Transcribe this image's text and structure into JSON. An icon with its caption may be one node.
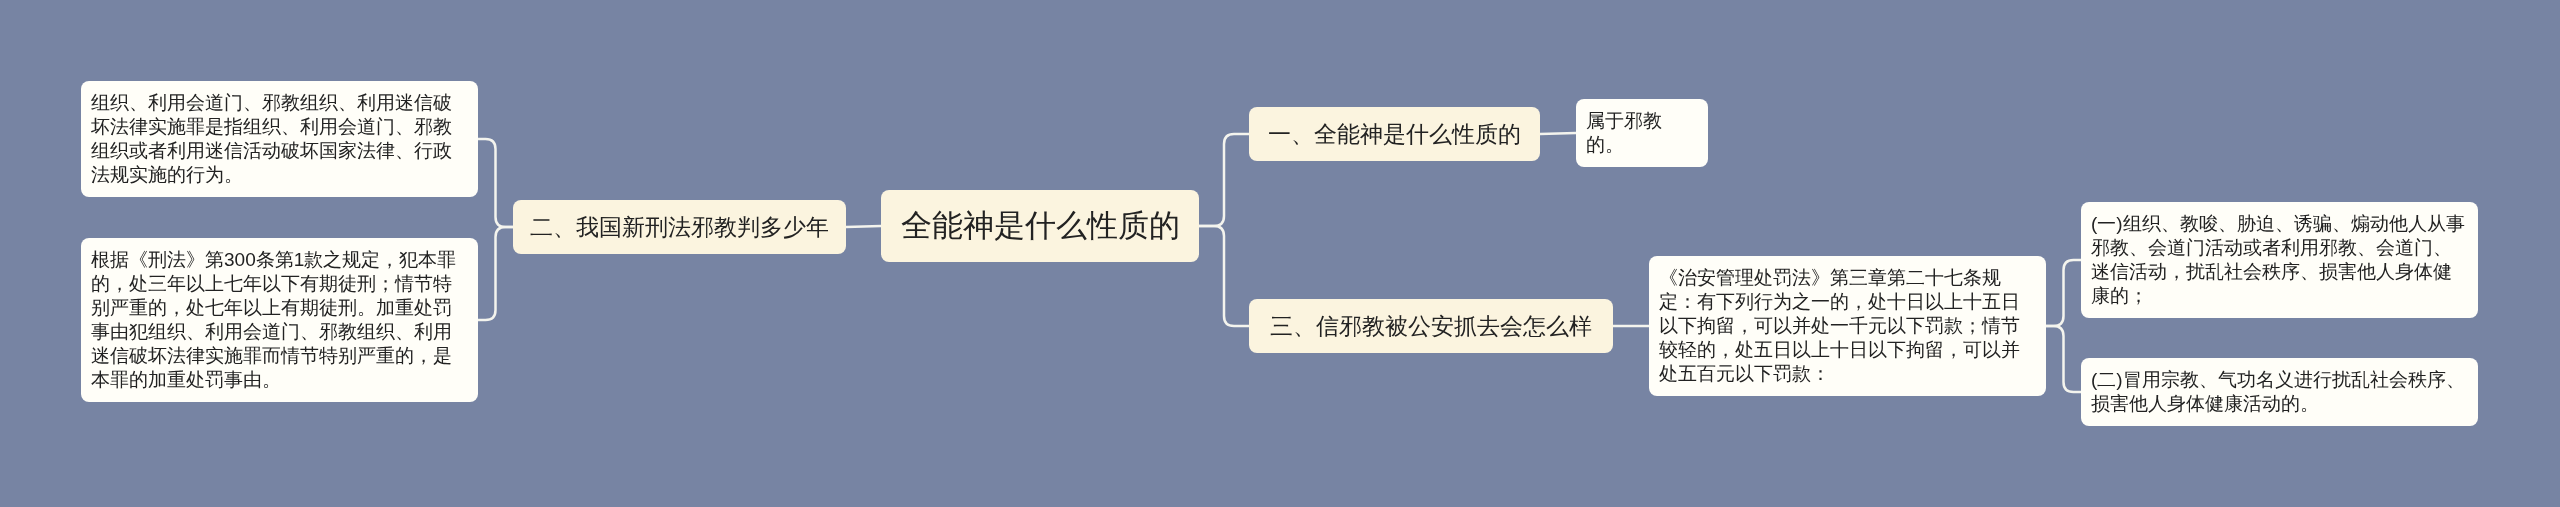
{
  "diagram": {
    "nodes": [
      {
        "text": [
          "全能神是什么性质的"
        ]
      },
      {
        "text": [
          "二、我国新刑法邪教判多少年"
        ]
      },
      {
        "text": [
          "组织、利用会道门、邪教组织、利用迷信破坏法律实施罪是指组织、利用会道门、邪教组织或者利用迷信活动破坏国家法律、行政法规实施的行为。"
        ]
      },
      {
        "text": [
          "根据《刑法》第300条第1款之规定，犯本罪的，处三年以上七年以下有期徒刑；情节特别严重的，处七年以上有期徒刑。加重处罚事由犯组织、利用会道门、邪教组织、利用迷信破坏法律实施罪而情节特别严重的，是本罪的加重处罚事由。"
        ]
      },
      {
        "text": [
          "一、全能神是什么性质的"
        ]
      },
      {
        "text": [
          "属于邪教的。"
        ]
      },
      {
        "text": [
          "三、信邪教被公安抓去会怎么样"
        ]
      },
      {
        "text": [
          "《治安管理处罚法》第三章第二十七条规定：有下列行为之一的，处十日以上十五日以下拘留，可以并处一千元以下罚款；情节较轻的，处五日以上十日以下拘留，可以并处五百元以下罚款："
        ]
      },
      {
        "text": [
          "(一)组织、教唆、胁迫、诱骗、煽动他人从事邪教、会道门活动或者利用邪教、会道门、迷信活动，扰乱社会秩序、损害他人身体健康的；"
        ]
      },
      {
        "text": [
          "(二)冒用宗教、气功名义进行扰乱社会秩序、损害他人身体健康活动的。"
        ]
      }
    ],
    "edges": [
      {
        "from": 0,
        "to": 1,
        "arrow": "none"
      },
      {
        "from": 1,
        "to": 2,
        "arrow": "none"
      },
      {
        "from": 1,
        "to": 3,
        "arrow": "none"
      },
      {
        "from": 0,
        "to": 4,
        "arrow": "none"
      },
      {
        "from": 4,
        "to": 5,
        "arrow": "none"
      },
      {
        "from": 0,
        "to": 6,
        "arrow": "none"
      },
      {
        "from": 6,
        "to": 7,
        "arrow": "none"
      },
      {
        "from": 7,
        "to": 8,
        "arrow": "none"
      },
      {
        "from": 7,
        "to": 9,
        "arrow": "none"
      }
    ]
  }
}
